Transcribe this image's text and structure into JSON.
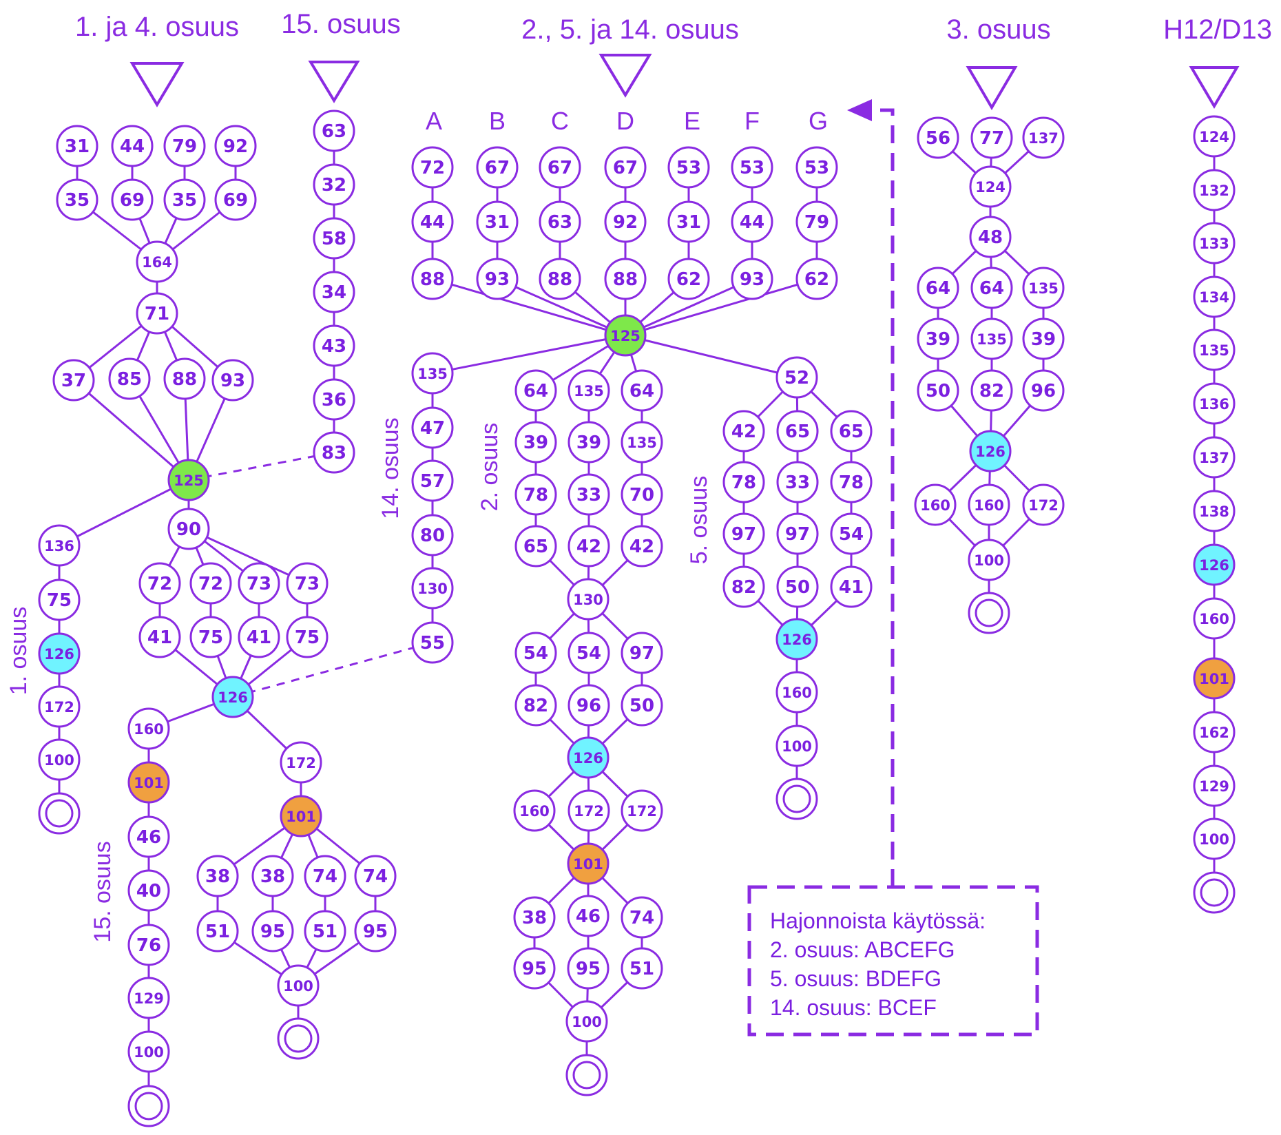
{
  "headers": {
    "leg1_4": "1. ja 4. osuus",
    "leg15": "15. osuus",
    "leg2_5_14": "2., 5. ja 14. osuus",
    "leg3": "3. osuus",
    "h12": "H12/D13"
  },
  "columns": [
    "A",
    "B",
    "C",
    "D",
    "E",
    "F",
    "G"
  ],
  "side_labels": {
    "leg1": "1. osuus",
    "leg15": "15. osuus",
    "leg14": "14. osuus",
    "leg2": "2. osuus",
    "leg5": "5. osuus"
  },
  "legend": {
    "title": "Hajonnoista käytössä:",
    "lines": [
      "2. osuus: ABCEFG",
      "5. osuus: BDEFG",
      "14. osuus: BCEF"
    ]
  },
  "colors": {
    "line": "#8a2be2",
    "text": "#7b1fe0",
    "green": "#7ee84a",
    "cyan": "#70f3ff",
    "orange": "#f0a040",
    "white": "#ffffff"
  },
  "controls": {
    "A": {
      "label": "1. ja 4. osuus",
      "items": [
        "31",
        "35",
        "44",
        "69",
        "79",
        "35",
        "92",
        "69",
        "164",
        "71",
        "37",
        "85",
        "88",
        "93",
        "125",
        "136",
        "75",
        "126",
        "172",
        "100",
        "90",
        "72",
        "41",
        "72",
        "75",
        "73",
        "41",
        "73",
        "75",
        "126",
        "160",
        "101",
        "46",
        "40",
        "76",
        "129",
        "100",
        "172",
        "101",
        "38",
        "51",
        "38",
        "95",
        "74",
        "51",
        "74",
        "95",
        "100"
      ]
    },
    "B": {
      "label": "15. osuus",
      "items": [
        "63",
        "32",
        "58",
        "34",
        "43",
        "36",
        "83"
      ]
    },
    "C": {
      "label": "2., 5. ja 14. osuus",
      "items": [
        "72",
        "44",
        "88",
        "67",
        "31",
        "93",
        "67",
        "63",
        "88",
        "67",
        "92",
        "88",
        "53",
        "31",
        "62",
        "53",
        "44",
        "93",
        "53",
        "79",
        "62",
        "125",
        "135",
        "47",
        "57",
        "80",
        "130",
        "55",
        "64",
        "39",
        "78",
        "65",
        "135",
        "39",
        "33",
        "42",
        "64",
        "135",
        "70",
        "42",
        "130",
        "54",
        "82",
        "54",
        "96",
        "97",
        "50",
        "126",
        "160",
        "172",
        "172",
        "101",
        "38",
        "95",
        "46",
        "95",
        "74",
        "51",
        "100",
        "52",
        "42",
        "78",
        "97",
        "82",
        "65",
        "33",
        "97",
        "50",
        "65",
        "78",
        "54",
        "41",
        "126",
        "160",
        "100"
      ]
    },
    "D": {
      "label": "3. osuus",
      "items": [
        "56",
        "77",
        "137",
        "124",
        "48",
        "64",
        "39",
        "50",
        "64",
        "135",
        "82",
        "135",
        "39",
        "96",
        "126",
        "160",
        "160",
        "172",
        "100"
      ]
    },
    "E": {
      "label": "H12/D13",
      "items": [
        "124",
        "132",
        "133",
        "134",
        "135",
        "136",
        "137",
        "138",
        "126",
        "160",
        "101",
        "162",
        "129",
        "100"
      ]
    }
  }
}
